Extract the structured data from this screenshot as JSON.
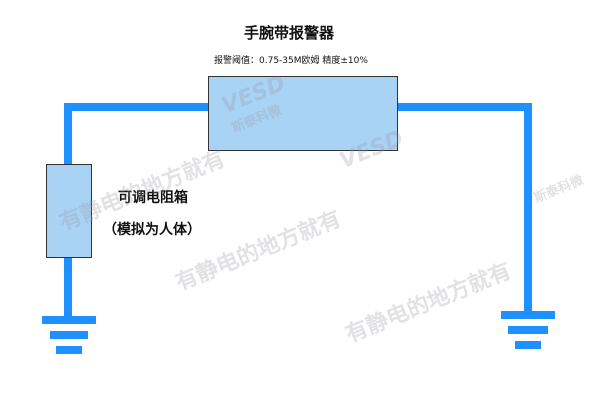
{
  "diagram": {
    "alarm_title": "手腕带报警器",
    "alarm_spec": "报警阈值：0.75-35M欧姆 精度±10%",
    "resistor_title": "可调电阻箱",
    "resistor_subtitle": "（模拟为人体）"
  },
  "watermark": {
    "slogan": "有静电的地方就有",
    "brand_en": "VESD",
    "brand_cn": "斯泰科微"
  },
  "colors": {
    "wire": "#1e90ff",
    "box_fill": "#a9d3f5",
    "box_border": "#333333"
  }
}
